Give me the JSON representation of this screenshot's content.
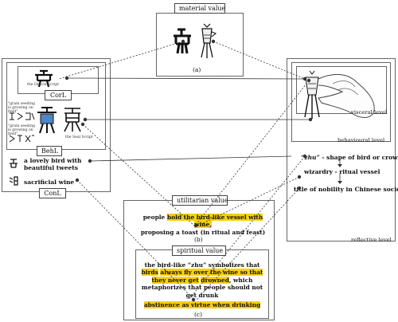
{
  "material_value": {
    "label": "material value",
    "caption": "(a)"
  },
  "left_panel": {
    "corl_label": "CorL",
    "behl_label": "BehL",
    "conl_label": "ConL",
    "oracle_script": "the Oracle Script",
    "seal_script": "the Seal Script",
    "grain_1": "\"grain seeding is growing on field\"",
    "grain_2": "\"grain seeding is growing on field\"",
    "lovely_bird": "a lovely bird with beautiful tweets",
    "sacrificial_wine": "sacrificial wine"
  },
  "right_panel": {
    "visceral": "visceral level",
    "behavioural": "behavioural level",
    "reflective": "reflective level",
    "zhu_em": "“zhu”",
    "zhu_rest": " - shape of bird or crown",
    "wizardry": "wizardry - ritual vessel",
    "nobility": "title of nobility in Chinese society"
  },
  "utilitarian": {
    "label": "utilitarian value",
    "pre": "people ",
    "highlight": "hold the bird-like vessel with wine,",
    "post": "proposing a toast (in ritual and feast)",
    "caption": "(b)"
  },
  "spiritual": {
    "label": "spiritual value",
    "pre": "the bird-like “zhu” symbolizes that ",
    "hl1": "birds",
    "hl2": "always fly over the wine so that they never get",
    "hl3": "drowned",
    "post": ", which metaphorizes that people should not get drunk",
    "conclusion": "abstinence as virtue when drinking",
    "caption": "(c)"
  },
  "icons": {
    "vessel_icon": "jue-vessel-icon",
    "glyph_icon": "zhu-character-icon",
    "hand_icon": "hand-holding-vessel-icon"
  },
  "colors": {
    "highlight": "#f5d00c",
    "seal_blue": "#4f86c6"
  }
}
